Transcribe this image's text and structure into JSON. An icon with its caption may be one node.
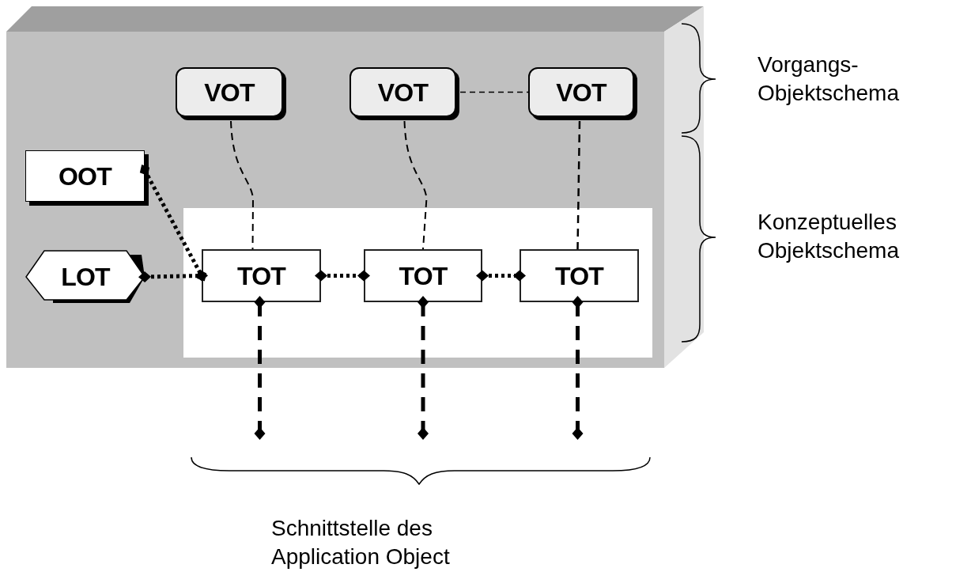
{
  "diagram": {
    "nodes": [
      {
        "text": [],
        "shape": "box"
      },
      {
        "text": [],
        "shape": "box",
        "in": 0
      },
      {
        "text": [
          "VOT"
        ],
        "in": 0
      },
      {
        "text": [
          "VOT"
        ],
        "in": 0
      },
      {
        "text": [
          "VOT"
        ],
        "in": 0
      },
      {
        "text": [
          "OOT"
        ],
        "in": 0
      },
      {
        "text": [
          "LOT"
        ],
        "in": 0
      },
      {
        "text": [
          "TOT"
        ],
        "in": 1
      },
      {
        "text": [
          "TOT"
        ],
        "in": 1
      },
      {
        "text": [
          "TOT"
        ],
        "in": 1
      }
    ],
    "edges": [
      {
        "from": 2,
        "to": 7,
        "arrow": "none",
        "style": "dashed"
      },
      {
        "from": 3,
        "to": 4,
        "arrow": "none",
        "style": "dashed"
      },
      {
        "from": 3,
        "to": 8,
        "arrow": "none",
        "style": "dashed"
      },
      {
        "from": 4,
        "to": 9,
        "arrow": "none",
        "style": "dashed"
      },
      {
        "from": 5,
        "to": 7,
        "arrow": "other",
        "style": "dashed"
      },
      {
        "from": 6,
        "to": 7,
        "arrow": "other",
        "style": "dashed"
      },
      {
        "from": 7,
        "to": 8,
        "arrow": "other",
        "style": "dashed"
      },
      {
        "from": 8,
        "to": 9,
        "arrow": "other",
        "style": "dashed"
      },
      {
        "from": 7,
        "to": null,
        "arrow": "other",
        "style": "dashed"
      },
      {
        "from": 8,
        "to": null,
        "arrow": "other",
        "style": "dashed"
      },
      {
        "from": 9,
        "to": null,
        "arrow": "other",
        "style": "dashed"
      }
    ],
    "labels": [
      "Vorgangs- Objektschema",
      "Konzeptuelles Objektschema",
      "Schnittstelle des Application Object"
    ]
  }
}
